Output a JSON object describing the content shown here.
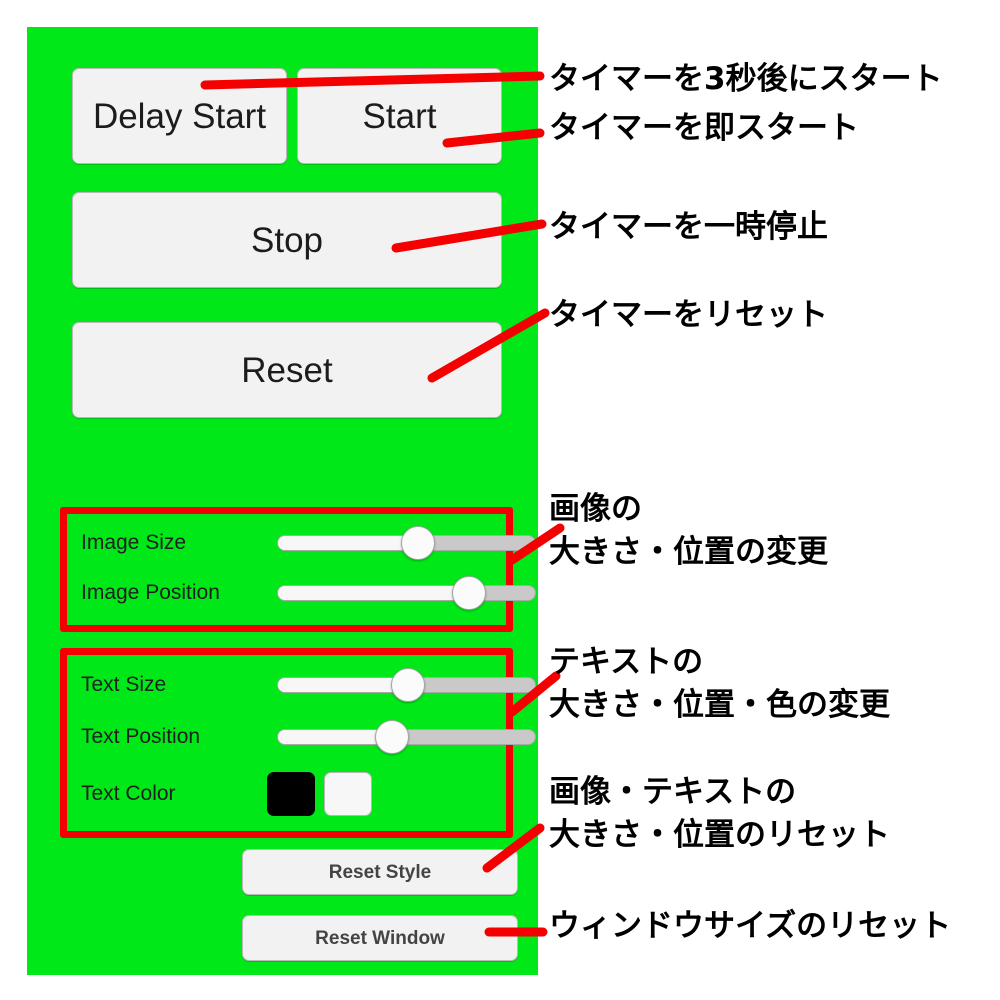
{
  "window": {
    "background_color": "#00e818",
    "page_background": "#ffffff"
  },
  "buttons": {
    "delay_start": "Delay Start",
    "start": "Start",
    "stop": "Stop",
    "reset": "Reset",
    "reset_style": "Reset Style",
    "reset_window": "Reset Window"
  },
  "image_group": {
    "rows": [
      {
        "label": "Image Size",
        "value_percent": 54
      },
      {
        "label": "Image Position",
        "value_percent": 74
      }
    ]
  },
  "text_group": {
    "rows": [
      {
        "label": "Text Size",
        "value_percent": 50
      },
      {
        "label": "Text Position",
        "value_percent": 44
      }
    ],
    "color_row": {
      "label": "Text Color",
      "swatch_selected": "#000000",
      "swatch_alternate": "#f7f7f7"
    }
  },
  "annotations": {
    "accent_color": "#f40000",
    "delay_start": "タイマーを3秒後にスタート",
    "start": "タイマーを即スタート",
    "stop": "タイマーを一時停止",
    "reset": "タイマーをリセット",
    "image_group_line1": "画像の",
    "image_group_line2": "大きさ・位置の変更",
    "text_group_line1": "テキストの",
    "text_group_line2": "大きさ・位置・色の変更",
    "reset_style_line1": "画像・テキストの",
    "reset_style_line2": "大きさ・位置のリセット",
    "reset_window": "ウィンドウサイズのリセット"
  }
}
